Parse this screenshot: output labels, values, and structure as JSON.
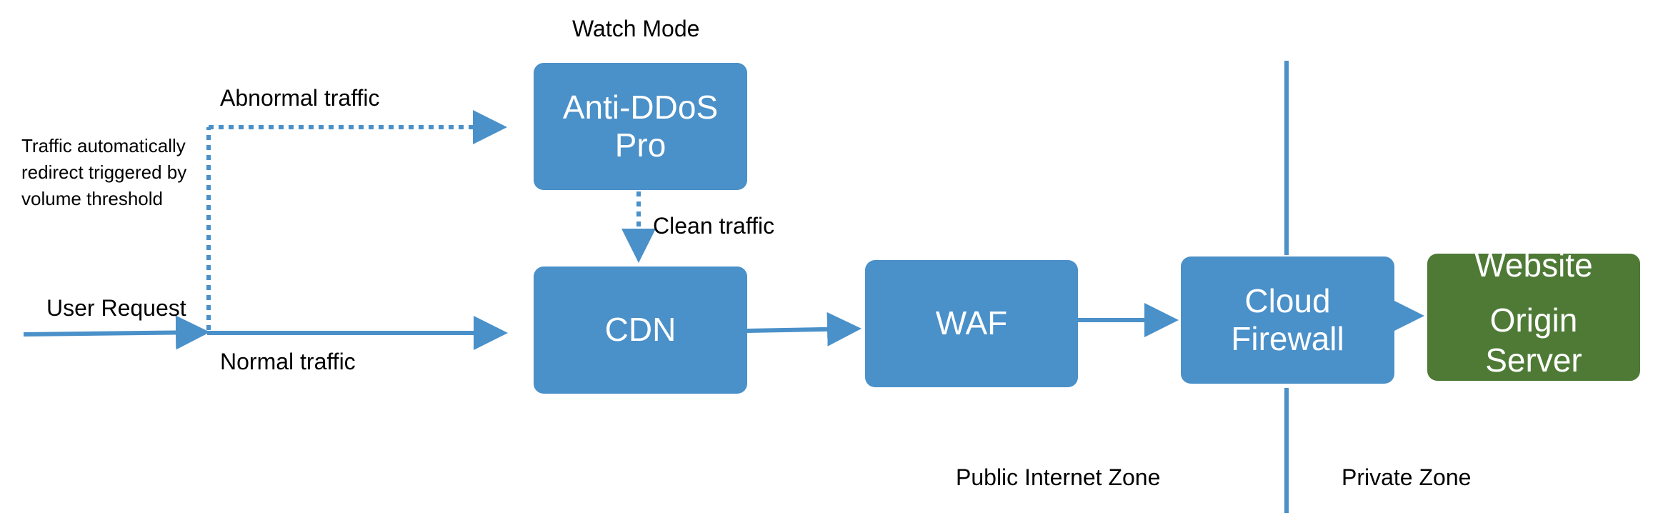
{
  "labels": {
    "watch_mode": "Watch Mode",
    "abnormal_traffic": "Abnormal traffic",
    "auto_redirect": "Traffic automatically redirect triggered by volume threshold",
    "clean_traffic": "Clean traffic",
    "user_request": "User Request",
    "normal_traffic": "Normal traffic",
    "public_zone": "Public Internet Zone",
    "private_zone": "Private Zone"
  },
  "nodes": {
    "anti_ddos": {
      "line1": "Anti-DDoS",
      "line2": "Pro"
    },
    "cdn": {
      "label": "CDN"
    },
    "waf": {
      "label": "WAF"
    },
    "cloud_firewall": {
      "line1": "Cloud",
      "line2": "Firewall"
    },
    "origin_server": {
      "line1": "Website",
      "line2": "Origin",
      "line3": "Server"
    }
  },
  "colors": {
    "node_blue": "#4a90c9",
    "node_green": "#4e7a36",
    "arrow": "#4a90c9"
  }
}
